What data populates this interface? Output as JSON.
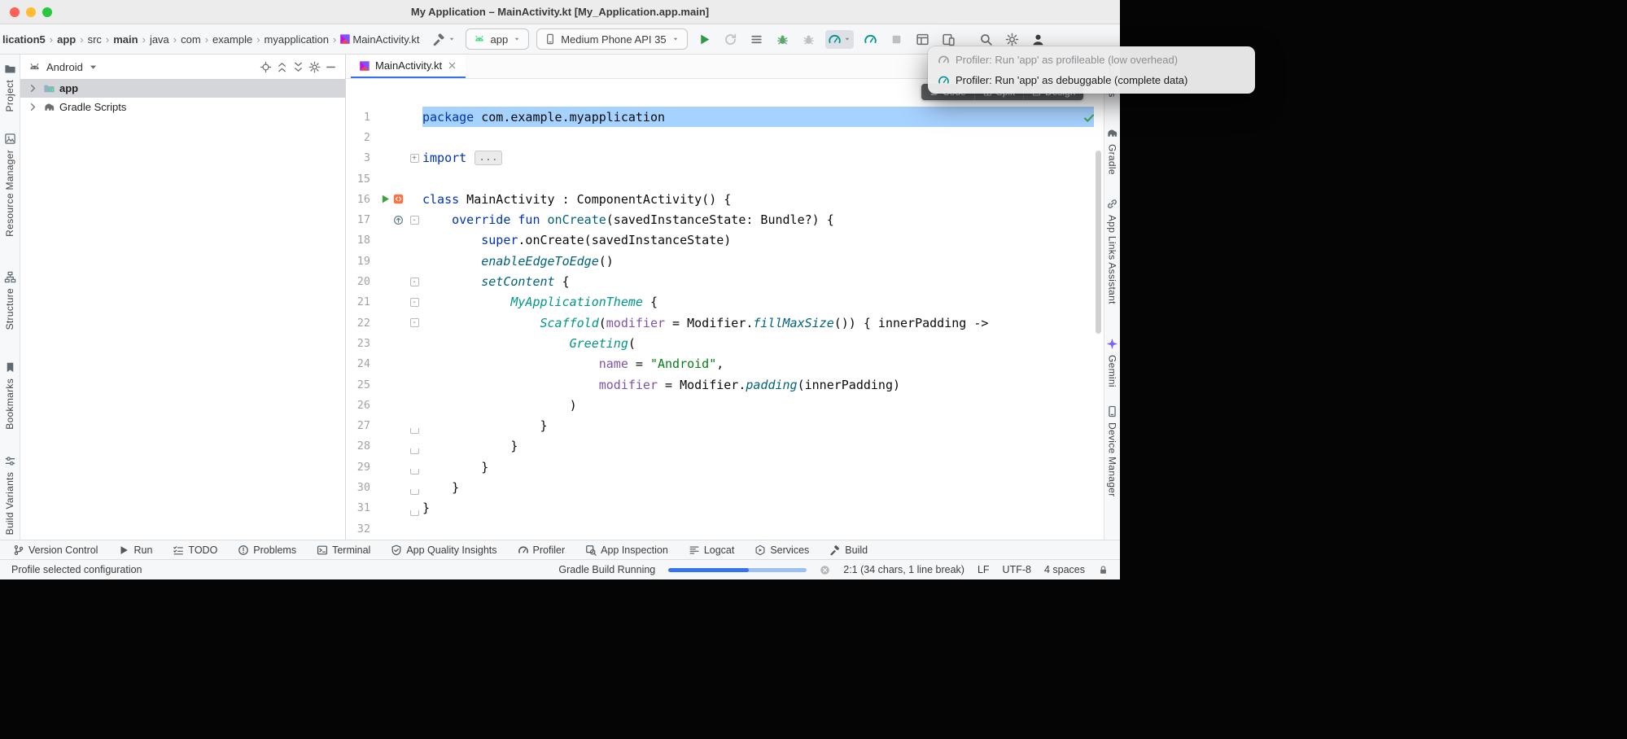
{
  "colors": {
    "accent": "#3574f0",
    "selection": "#a6d2ff",
    "keyword": "#0033b3",
    "string": "#067d17",
    "function_call": "#00627a",
    "composable": "#009688",
    "named_argument": "#7d55a8",
    "run_green": "#2e9946",
    "android_green": "#3ddc84",
    "traffic_red": "#ff5f57",
    "traffic_yellow": "#febc2e",
    "traffic_green": "#28c840"
  },
  "titlebar": {
    "title": "My Application – MainActivity.kt [My_Application.app.main]"
  },
  "breadcrumbs": {
    "separator": "›",
    "items": [
      {
        "label": "lication5",
        "bold": true
      },
      {
        "label": "app",
        "bold": true
      },
      {
        "label": "src",
        "bold": false
      },
      {
        "label": "main",
        "bold": true
      },
      {
        "label": "java",
        "bold": false
      },
      {
        "label": "com",
        "bold": false
      },
      {
        "label": "example",
        "bold": false
      },
      {
        "label": "myapplication",
        "bold": false
      },
      {
        "label": "MainActivity.kt",
        "bold": false,
        "icon": "kotlin-file-icon"
      }
    ]
  },
  "toolbar": {
    "run_config_label": "app",
    "device_label": "Medium Phone API 35"
  },
  "profiler_popup": {
    "items": [
      {
        "label": "Profiler: Run 'app' as profileable (low overhead)",
        "enabled": false
      },
      {
        "label": "Profiler: Run 'app' as debuggable (complete data)",
        "enabled": true
      }
    ]
  },
  "editor_modes": [
    {
      "label": "Code",
      "icon": "code-mode-icon"
    },
    {
      "label": "Split",
      "icon": "split-mode-icon"
    },
    {
      "label": "Design",
      "icon": "design-mode-icon"
    }
  ],
  "left_stripe": [
    {
      "label": "Project",
      "icon": "project-folder-icon"
    },
    {
      "label": "Resource Manager",
      "icon": "resource-manager-icon"
    },
    {
      "label": "Structure",
      "icon": "structure-icon"
    },
    {
      "label": "Bookmarks",
      "icon": "bookmarks-icon"
    },
    {
      "label": "Build Variants",
      "icon": "build-variants-icon"
    }
  ],
  "right_stripe": [
    {
      "label": "fications",
      "icon": ""
    },
    {
      "label": "Gradle",
      "icon": "gradle-icon"
    },
    {
      "label": "App Links Assistant",
      "icon": "app-links-icon"
    },
    {
      "label": "Gemini",
      "icon": "gemini-icon"
    },
    {
      "label": "Device Manager",
      "icon": "device-manager-icon"
    }
  ],
  "project_panel": {
    "view_label": "Android",
    "tree": [
      {
        "label": "app",
        "icon": "app-module-icon",
        "selected": true,
        "bold": true
      },
      {
        "label": "Gradle Scripts",
        "icon": "gradle-icon",
        "selected": false,
        "bold": false
      }
    ]
  },
  "editor": {
    "tab_label": "MainActivity.kt",
    "fold_glyphs": {
      "plus": "+",
      "minus": "-"
    },
    "lines": [
      {
        "n": "1",
        "sel": true,
        "segs": [
          [
            "k",
            "package"
          ],
          [
            "p",
            " com.example.myapplication"
          ]
        ]
      },
      {
        "n": "2"
      },
      {
        "n": "3",
        "fold": "plus",
        "segs": [
          [
            "k",
            "import"
          ],
          [
            "p",
            " "
          ],
          [
            "chip",
            "..."
          ]
        ]
      },
      {
        "n": "15"
      },
      {
        "n": "16",
        "gutter": [
          "run-gutter-icon",
          "compose-gutter-icon"
        ],
        "segs": [
          [
            "k",
            "class"
          ],
          [
            "p",
            " MainActivity : ComponentActivity() {"
          ]
        ]
      },
      {
        "n": "17",
        "ind": 4,
        "fold": "minus",
        "gutter": [
          "override-gutter-icon"
        ],
        "segs": [
          [
            "k",
            "override fun"
          ],
          [
            "p",
            " "
          ],
          [
            "f",
            "onCreate"
          ],
          [
            "p",
            "(savedInstanceState: Bundle?) {"
          ]
        ]
      },
      {
        "n": "18",
        "ind": 8,
        "segs": [
          [
            "k",
            "super"
          ],
          [
            "p",
            ".onCreate(savedInstanceState)"
          ]
        ]
      },
      {
        "n": "19",
        "ind": 8,
        "segs": [
          [
            "i",
            "enableEdgeToEdge"
          ],
          [
            "p",
            "()"
          ]
        ]
      },
      {
        "n": "20",
        "ind": 8,
        "fold": "minus",
        "segs": [
          [
            "i",
            "setContent"
          ],
          [
            "p",
            " {"
          ]
        ]
      },
      {
        "n": "21",
        "ind": 12,
        "fold": "minus",
        "segs": [
          [
            "m",
            "MyApplicationTheme"
          ],
          [
            "p",
            " {"
          ]
        ]
      },
      {
        "n": "22",
        "ind": 16,
        "fold": "minus",
        "segs": [
          [
            "m",
            "Scaffold"
          ],
          [
            "p",
            "("
          ],
          [
            "a",
            "modifier"
          ],
          [
            "p",
            " = Modifier."
          ],
          [
            "i",
            "fillMaxSize"
          ],
          [
            "p",
            "()) { innerPadding ->"
          ]
        ]
      },
      {
        "n": "23",
        "ind": 20,
        "segs": [
          [
            "m",
            "Greeting"
          ],
          [
            "p",
            "("
          ]
        ]
      },
      {
        "n": "24",
        "ind": 24,
        "segs": [
          [
            "a",
            "name"
          ],
          [
            "p",
            " = "
          ],
          [
            "s",
            "\"Android\""
          ],
          [
            "p",
            ","
          ]
        ]
      },
      {
        "n": "25",
        "ind": 24,
        "segs": [
          [
            "a",
            "modifier"
          ],
          [
            "p",
            " = Modifier."
          ],
          [
            "i",
            "padding"
          ],
          [
            "p",
            "(innerPadding)"
          ]
        ]
      },
      {
        "n": "26",
        "ind": 20,
        "segs": [
          [
            "p",
            ")"
          ]
        ]
      },
      {
        "n": "27",
        "ind": 16,
        "fold": "end",
        "segs": [
          [
            "p",
            "}"
          ]
        ]
      },
      {
        "n": "28",
        "ind": 12,
        "fold": "end",
        "segs": [
          [
            "p",
            "}"
          ]
        ]
      },
      {
        "n": "29",
        "ind": 8,
        "fold": "end",
        "segs": [
          [
            "p",
            "}"
          ]
        ]
      },
      {
        "n": "30",
        "ind": 4,
        "fold": "end",
        "segs": [
          [
            "p",
            "}"
          ]
        ]
      },
      {
        "n": "31",
        "fold": "end",
        "segs": [
          [
            "p",
            "}"
          ]
        ]
      },
      {
        "n": "32"
      }
    ]
  },
  "bottom_tools": [
    {
      "label": "Version Control",
      "icon": "version-control-icon"
    },
    {
      "label": "Run",
      "icon": "run-icon"
    },
    {
      "label": "TODO",
      "icon": "todo-icon"
    },
    {
      "label": "Problems",
      "icon": "problems-icon"
    },
    {
      "label": "Terminal",
      "icon": "terminal-icon"
    },
    {
      "label": "App Quality Insights",
      "icon": "app-quality-insights-icon"
    },
    {
      "label": "Profiler",
      "icon": "profiler-icon"
    },
    {
      "label": "App Inspection",
      "icon": "app-inspection-icon"
    },
    {
      "label": "Logcat",
      "icon": "logcat-icon"
    },
    {
      "label": "Services",
      "icon": "services-icon"
    },
    {
      "label": "Build",
      "icon": "build-icon"
    }
  ],
  "statusbar": {
    "message": "Profile selected configuration",
    "build_status": "Gradle Build Running",
    "progress_percent": 58,
    "caret_position": "2:1 (34 chars, 1 line break)",
    "line_separator": "LF",
    "encoding": "UTF-8",
    "indent": "4 spaces"
  }
}
